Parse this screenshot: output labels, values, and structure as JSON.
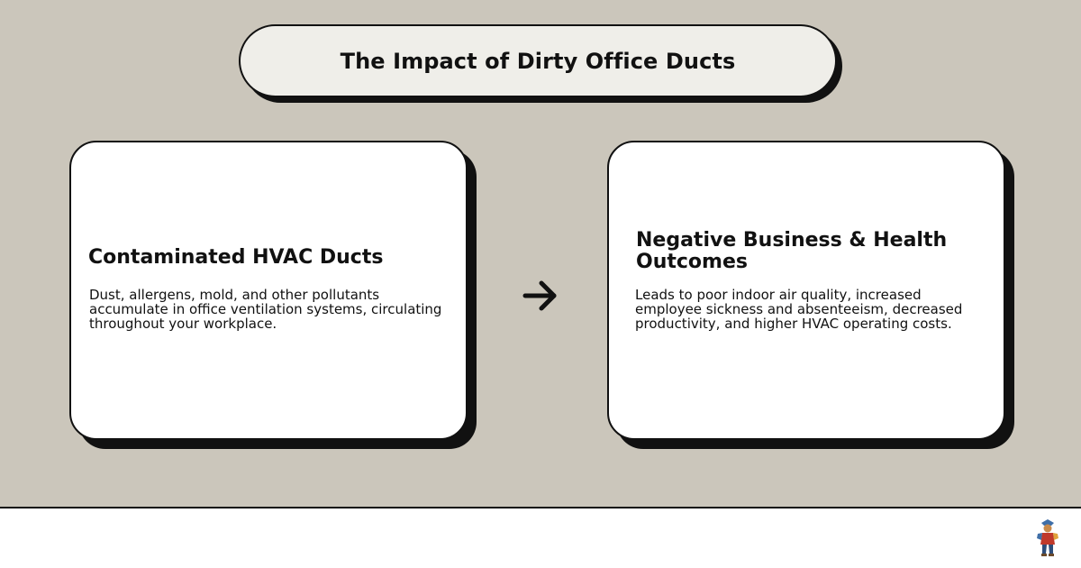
{
  "title": "The Impact of Dirty Office Ducts",
  "cards": [
    {
      "heading": "Contaminated HVAC Ducts",
      "body": "Dust, allergens, mold, and other pollutants accumulate in office ventilation systems, circulating throughout your workplace."
    },
    {
      "heading": "Negative Business & Health Outcomes",
      "body": "Leads to poor indoor air quality, increased employee sickness and absenteeism, decreased productivity, and higher HVAC operating costs."
    }
  ],
  "connector_icon": "arrow-right-icon",
  "footer_icon": "mascot-logo-icon",
  "colors": {
    "background": "#cbc6bb",
    "title_pill": "#efeee9",
    "card": "#ffffff",
    "outline": "#111111"
  }
}
